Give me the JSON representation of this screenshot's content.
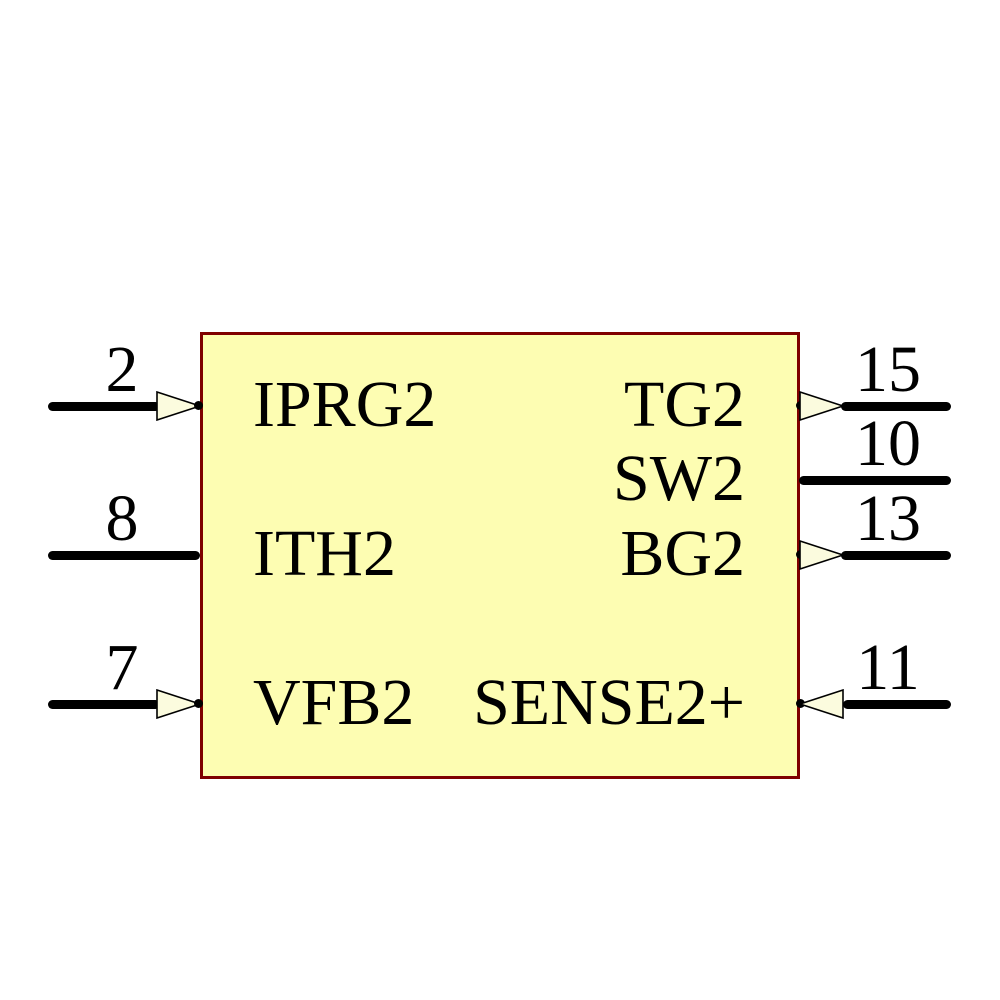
{
  "component": {
    "kind": "schematic-ic-symbol",
    "body_fill_color": "#FDFDB2",
    "body_border_color": "#7F0000",
    "wire_color": "#000000",
    "arrow_fill_color": "#FBFBDE",
    "text_color": "#000000",
    "pins_left": [
      {
        "number": "2",
        "label": "IPRG2",
        "arrow": "into-box"
      },
      {
        "number": "8",
        "label": "ITH2",
        "arrow": "none"
      },
      {
        "number": "7",
        "label": "VFB2",
        "arrow": "into-box"
      }
    ],
    "pins_right": [
      {
        "number": "15",
        "label": "TG2",
        "arrow": "out-of-box"
      },
      {
        "number": "10",
        "label": "SW2",
        "arrow": "none"
      },
      {
        "number": "13",
        "label": "BG2",
        "arrow": "out-of-box"
      },
      {
        "number": "11",
        "label": "SENSE2+",
        "arrow": "into-box"
      }
    ]
  }
}
